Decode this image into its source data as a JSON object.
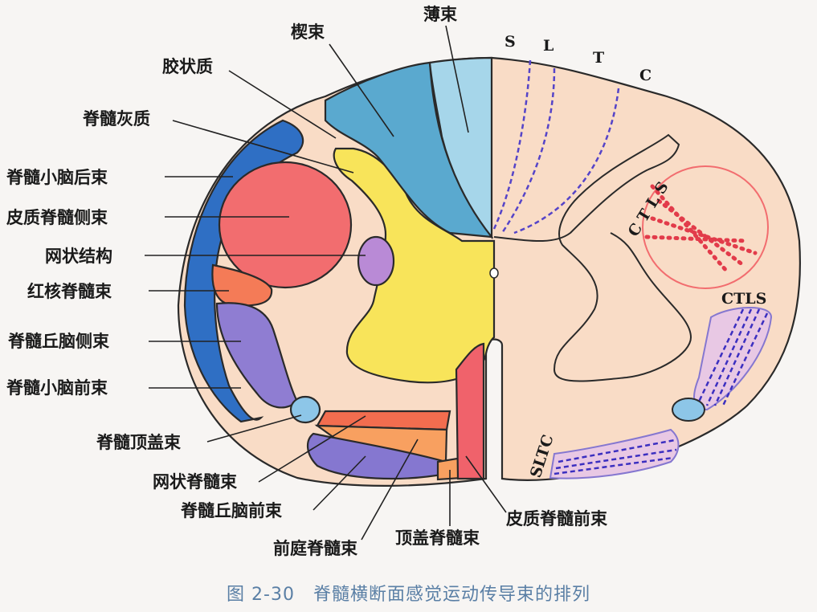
{
  "figure": {
    "caption": "图 2-30　脊髓横断面感觉运动传导束的排列"
  },
  "labels": {
    "cuneate": "楔束",
    "gracile": "薄束",
    "gelatinosa": "胶状质",
    "gray_matter": "脊髓灰质",
    "dorsal_spinocerebellar": "脊髓小脑后束",
    "lateral_corticospinal": "皮质脊髓侧束",
    "reticular": "网状结构",
    "rubrospinal": "红核脊髓束",
    "lateral_spinothalamic": "脊髓丘脑侧束",
    "ventral_spinocerebellar": "脊髓小脑前束",
    "spinotectal": "脊髓顶盖束",
    "reticulospinal": "网状脊髓束",
    "anterior_spinothalamic": "脊髓丘脑前束",
    "vestibulospinal": "前庭脊髓束",
    "tectospinal": "顶盖脊髓束",
    "anterior_corticospinal": "皮质脊髓前束"
  },
  "somatotopy": {
    "dorsal_s": "S",
    "dorsal_l": "L",
    "dorsal_t": "T",
    "dorsal_c": "C",
    "lateral_ctls": "C T L S",
    "spinothalamic_ctls": "CTLS",
    "anterior_sltc": "SLTC"
  },
  "colors": {
    "white_matter": "#f9dcc6",
    "gray_matter": "#f8e45a",
    "cuneate": "#5aa9cf",
    "gracile": "#a6d6ea",
    "dorsal_spinocerebellar": "#2f6fc4",
    "lateral_corticospinal": "#f26d6f",
    "reticular": "#b98ad6",
    "rubrospinal": "#f47b57",
    "lateral_spinothalamic": "#8f7dd2",
    "spinotectal": "#8dc6e8",
    "reticulospinal": "#f26d4f",
    "vestibulospinal": "#f8a060",
    "anterior_spinothalamic": "#8577d0",
    "anterior_corticospinal": "#f0626b"
  }
}
